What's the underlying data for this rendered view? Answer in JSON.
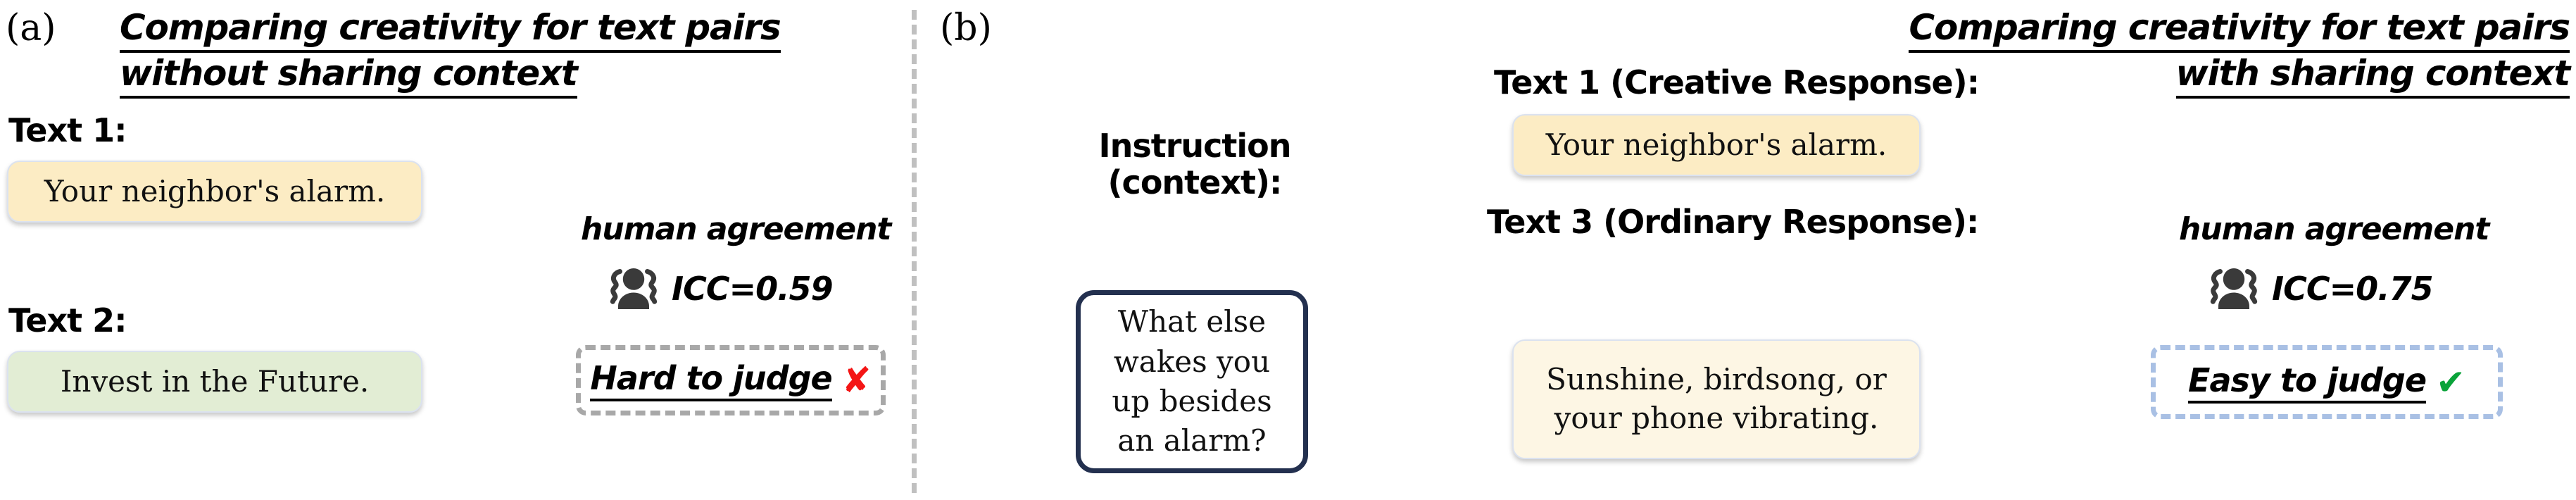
{
  "figure": {
    "panels": [
      {
        "id": "a",
        "label": "(a)",
        "title": {
          "line1": "Comparing creativity for text pairs",
          "line2_bold": "without",
          "line2_rest": " sharing context"
        },
        "items": [
          {
            "label": "Text 1:",
            "text": "Your neighbor's alarm.",
            "color": "#fcecc4"
          },
          {
            "label": "Text 2:",
            "text": "Invest in the Future.",
            "color": "#e2edd4"
          }
        ],
        "agreement": {
          "label": "human agreement",
          "icon": "people-group-icon",
          "icc": "ICC=0.59",
          "verdict": "Hard to judge",
          "mark": "✘",
          "mark_name": "red-cross-icon",
          "mark_color": "#f41515",
          "dash_color": "#a8a8a8"
        }
      },
      {
        "id": "b",
        "label": "(b)",
        "title": {
          "line1": "Comparing creativity for text pairs",
          "line2_bold": "with",
          "line2_rest": " sharing context"
        },
        "instruction": {
          "label_line1": "Instruction",
          "label_line2": "(context):",
          "text": "What else wakes you up besides an alarm?",
          "border_color": "#23304f"
        },
        "items": [
          {
            "label": "Text 1 (Creative Response):",
            "text": "Your neighbor's alarm.",
            "color": "#fcecc4"
          },
          {
            "label": "Text 3 (Ordinary Response):",
            "text": "Sunshine, birdsong, or your phone vibrating.",
            "color": "#fdf6e4"
          }
        ],
        "agreement": {
          "label": "human agreement",
          "icon": "people-group-icon",
          "icc": "ICC=0.75",
          "verdict": "Easy to judge",
          "mark": "✔",
          "mark_name": "green-check-icon",
          "mark_color": "#0aa33a",
          "dash_color": "#a9c0e4"
        }
      }
    ],
    "divider": {
      "name": "panel-divider",
      "color": "#c0c0c0",
      "style": "dashed-vertical"
    }
  }
}
